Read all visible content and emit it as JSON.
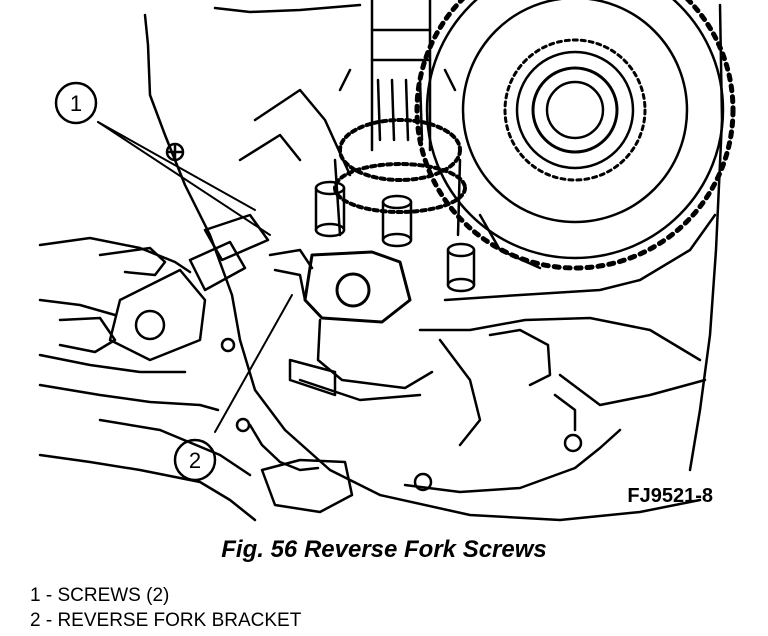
{
  "figure": {
    "code": "FJ9521-8",
    "callouts": [
      "1",
      "2"
    ],
    "caption": "Fig. 56 Reverse Fork Screws"
  },
  "legend": [
    {
      "label": "1 - SCREWS (2)"
    },
    {
      "label": "2 - REVERSE FORK BRACKET"
    }
  ],
  "colors": {
    "ink": "#000000",
    "paper": "#ffffff"
  }
}
